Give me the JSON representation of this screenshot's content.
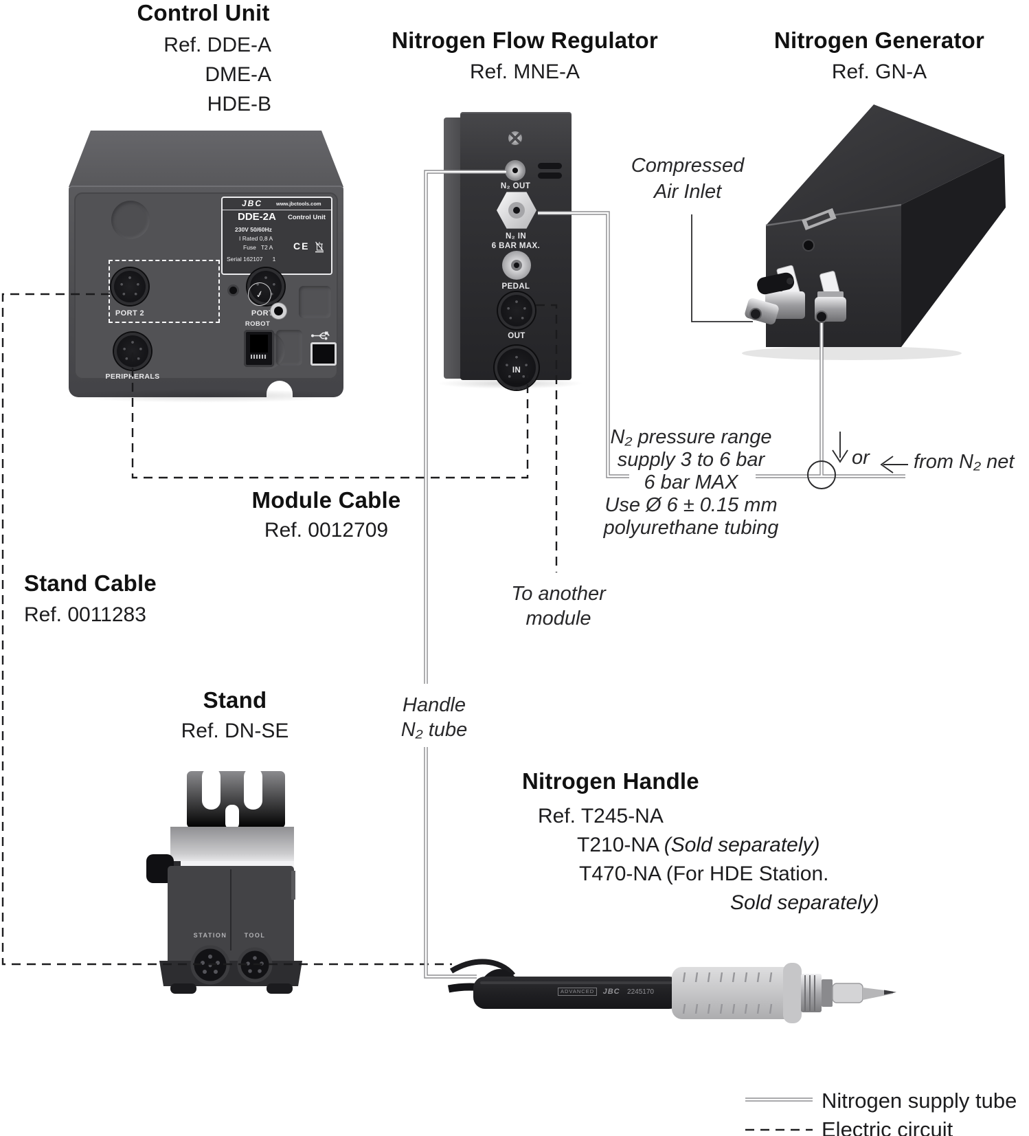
{
  "control_unit": {
    "title": "Control Unit",
    "refs": [
      "Ref. DDE-A",
      "DME-A",
      "HDE-B"
    ],
    "plate": {
      "brand": "JBC",
      "website": "www.jbctools.com",
      "model": "DDE-2A",
      "type": "Control Unit",
      "line_voltage": "230V 50/60Hz",
      "line_rated": "I Rated 0,8 A",
      "line_fuse": "Fuse   T2 A",
      "ce": "CE",
      "line_serial": "Serial 162107      1"
    },
    "port2": "PORT 2",
    "port1": "PORT 1",
    "peripherals": "PERIPHERALS",
    "robot": "ROBOT",
    "quality_seal": "✓"
  },
  "regulator": {
    "title": "Nitrogen Flow Regulator",
    "ref": "Ref. MNE-A",
    "n2_out": "N₂ OUT",
    "n2_in": "N₂ IN",
    "n2_in_max": "6 BAR MAX.",
    "pedal": "PEDAL",
    "out": "OUT",
    "in": "IN"
  },
  "generator": {
    "title": "Nitrogen Generator",
    "ref": "Ref. GN-A"
  },
  "stand": {
    "title": "Stand",
    "ref": "Ref. DN-SE",
    "station": "STATION",
    "tool": "TOOL"
  },
  "handle": {
    "title": "Nitrogen Handle",
    "ref_line": "Ref. T245-NA",
    "line2_normal": "T210-NA ",
    "line2_italic": "(Sold separately)",
    "line3_normal": "T470-NA (For HDE Station.",
    "line4_italic": "Sold separately)",
    "print_advanced": "ADVANCED",
    "print_brand": "JBC",
    "print_number": "2245170"
  },
  "annotations": {
    "compressed_air_line1": "Compressed",
    "compressed_air_line2": "Air Inlet",
    "pressure_line1": "N₂ pressure range",
    "pressure_line2": "supply 3 to 6 bar",
    "pressure_line3": "6 bar MAX",
    "pressure_line4": "Use Ø 6 ± 0.15 mm",
    "pressure_line5": "polyurethane tubing",
    "or": "or",
    "from_net": "from N₂ net",
    "module_cable_title": "Module Cable",
    "module_cable_ref": "Ref. 0012709",
    "stand_cable_title": "Stand Cable",
    "stand_cable_ref": "Ref. 0011283",
    "handle_tube_line1": "Handle",
    "handle_tube_line2": "N₂ tube",
    "to_another_line1": "To another",
    "to_another_line2": "module"
  },
  "legend": {
    "nitrogen_tube": "Nitrogen supply tube",
    "electric_circuit": "Electric circuit"
  }
}
